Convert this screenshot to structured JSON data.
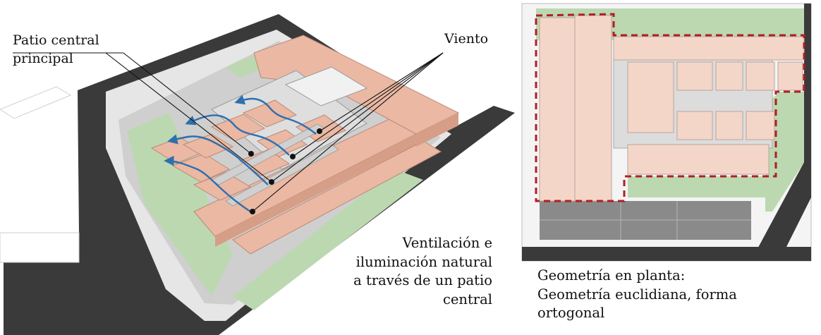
{
  "left_diagram": {
    "patio_label": [
      "Patio central",
      "principal"
    ],
    "wind_label": "Viento",
    "caption": [
      "Ventilación e",
      "iluminación natural",
      "a través de un patio",
      "central"
    ]
  },
  "right_diagram": {
    "caption": [
      "Geometría en planta:",
      "Geometría euclidiana, forma",
      "ortogonal"
    ]
  },
  "colors": {
    "road": "#3a3a3a",
    "building": "#eab8a3",
    "building_dark": "#d79e87",
    "green": "#bcd8b0",
    "courtyard": "#dedede",
    "wind_arrow": "#2f6fae",
    "outline": "#b01e23"
  }
}
